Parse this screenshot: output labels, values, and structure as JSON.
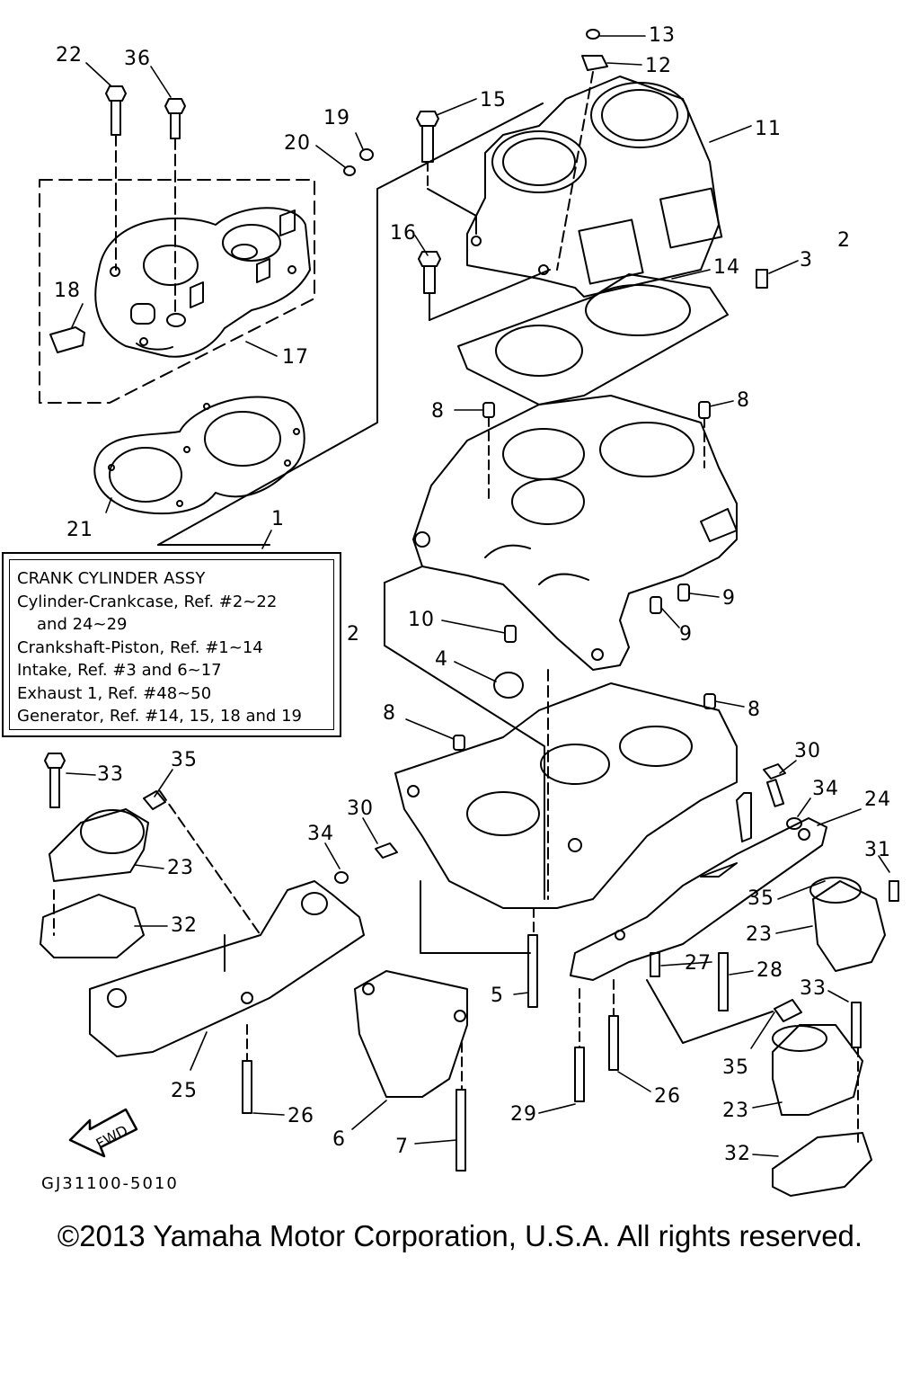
{
  "info_box": {
    "title": "CRANK CYLINDER ASSY",
    "lines": [
      "Cylinder-Crankcase, Ref. #2~22",
      "and 24~29",
      "Crankshaft-Piston, Ref. #1~14",
      "Intake, Ref. #3 and 6~17",
      "Exhaust 1, Ref. #48~50",
      "Generator, Ref. #14, 15, 18 and 19"
    ]
  },
  "callouts": {
    "c22": "22",
    "c36": "36",
    "c19": "19",
    "c20": "20",
    "c18": "18",
    "c17": "17",
    "c21": "21",
    "c1": "1",
    "c13": "13",
    "c12": "12",
    "c15": "15",
    "c11": "11",
    "c16": "16",
    "c2a": "2",
    "c3": "3",
    "c14": "14",
    "c8a": "8",
    "c8b": "8",
    "c8c": "8",
    "c8d": "8",
    "c9a": "9",
    "c9b": "9",
    "c10": "10",
    "c4": "4",
    "c2b": "2",
    "c35a": "35",
    "c33a": "33",
    "c23a": "23",
    "c32a": "32",
    "c30a": "30",
    "c34a": "34",
    "c30b": "30",
    "c34b": "34",
    "c24": "24",
    "c31": "31",
    "c35b": "35",
    "c23b": "23",
    "c27": "27",
    "c28": "28",
    "c5": "5",
    "c33b": "33",
    "c25": "25",
    "c26a": "26",
    "c6": "6",
    "c7": "7",
    "c29": "29",
    "c26b": "26",
    "c35c": "35",
    "c23c": "23",
    "c32b": "32"
  },
  "fwd_label": "FWD",
  "drawing_code": "GJ31100-5010",
  "copyright": "©2013 Yamaha Motor Corporation, U.S.A. All rights reserved."
}
